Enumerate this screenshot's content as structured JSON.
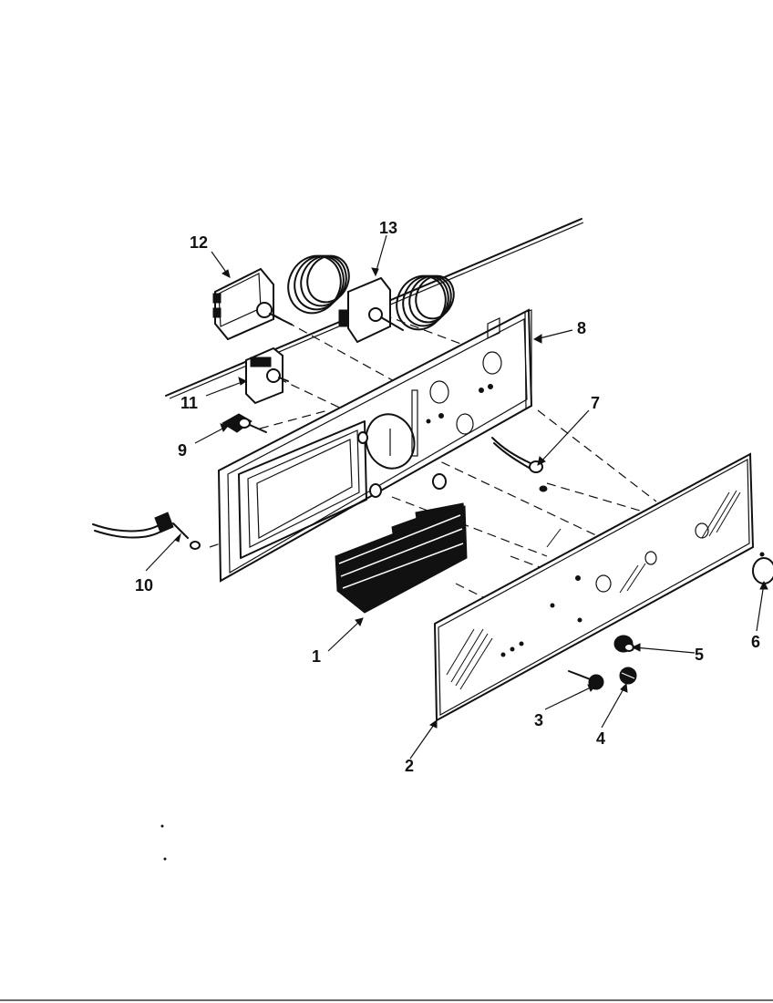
{
  "diagram": {
    "colors": {
      "ink": "#111111",
      "paper": "#ffffff"
    },
    "callouts": {
      "c1": "1",
      "c2": "2",
      "c3": "3",
      "c4": "4",
      "c5": "5",
      "c6": "6",
      "c7": "7",
      "c8": "8",
      "c9": "9",
      "c10": "10",
      "c11": "11",
      "c12": "12",
      "c13": "13"
    }
  }
}
